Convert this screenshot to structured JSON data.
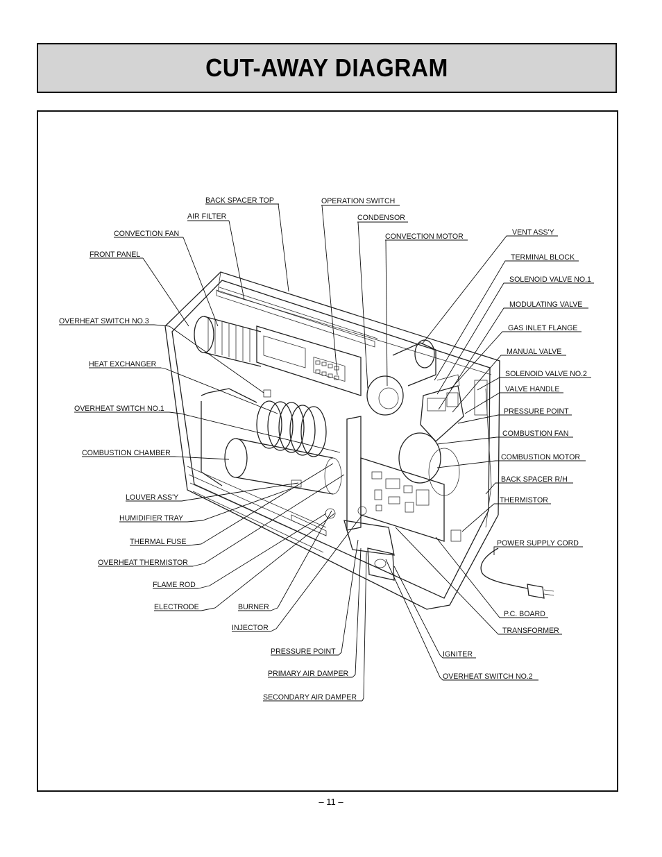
{
  "page": {
    "title": "CUT-AWAY DIAGRAM",
    "page_number": "– 11 –"
  },
  "labels": {
    "back_spacer_top": "BACK SPACER TOP",
    "air_filter": "AIR FILTER",
    "convection_fan": "CONVECTION FAN",
    "front_panel": "FRONT PANEL",
    "overheat_switch_no3": "OVERHEAT SWITCH NO.3",
    "heat_exchanger": "HEAT EXCHANGER",
    "overheat_switch_no1": "OVERHEAT SWITCH NO.1",
    "combustion_chamber": "COMBUSTION CHAMBER",
    "louver_assy": "LOUVER ASS'Y",
    "humidifier_tray": "HUMIDIFIER TRAY",
    "thermal_fuse": "THERMAL FUSE",
    "overheat_thermistor": "OVERHEAT THERMISTOR",
    "flame_rod": "FLAME ROD",
    "electrode": "ELECTRODE",
    "burner": "BURNER",
    "injector": "INJECTOR",
    "pressure_point_bottom": "PRESSURE POINT",
    "primary_air_damper": "PRIMARY AIR DAMPER",
    "secondary_air_damper": "SECONDARY AIR DAMPER",
    "operation_switch": "OPERATION SWITCH",
    "condensor": "CONDENSOR",
    "convection_motor": "CONVECTION MOTOR",
    "vent_assy": "VENT ASS'Y",
    "terminal_block": "TERMINAL BLOCK",
    "solenoid_valve_no1": "SOLENOID VALVE NO.1",
    "modulating_valve": "MODULATING VALVE",
    "gas_inlet_flange": "GAS INLET FLANGE",
    "manual_valve": "MANUAL VALVE",
    "solenoid_valve_no2": "SOLENOID VALVE NO.2",
    "valve_handle": "VALVE HANDLE",
    "pressure_point_right": "PRESSURE POINT",
    "combustion_fan": "COMBUSTION FAN",
    "combustion_motor": "COMBUSTION MOTOR",
    "back_spacer_rh": "BACK SPACER R/H",
    "thermistor": "THERMISTOR",
    "power_supply_cord": "POWER SUPPLY CORD",
    "pc_board": "P.C. BOARD",
    "transformer": "TRANSFORMER",
    "igniter": "IGNITER",
    "overheat_switch_no2": "OVERHEAT SWITCH NO.2"
  }
}
